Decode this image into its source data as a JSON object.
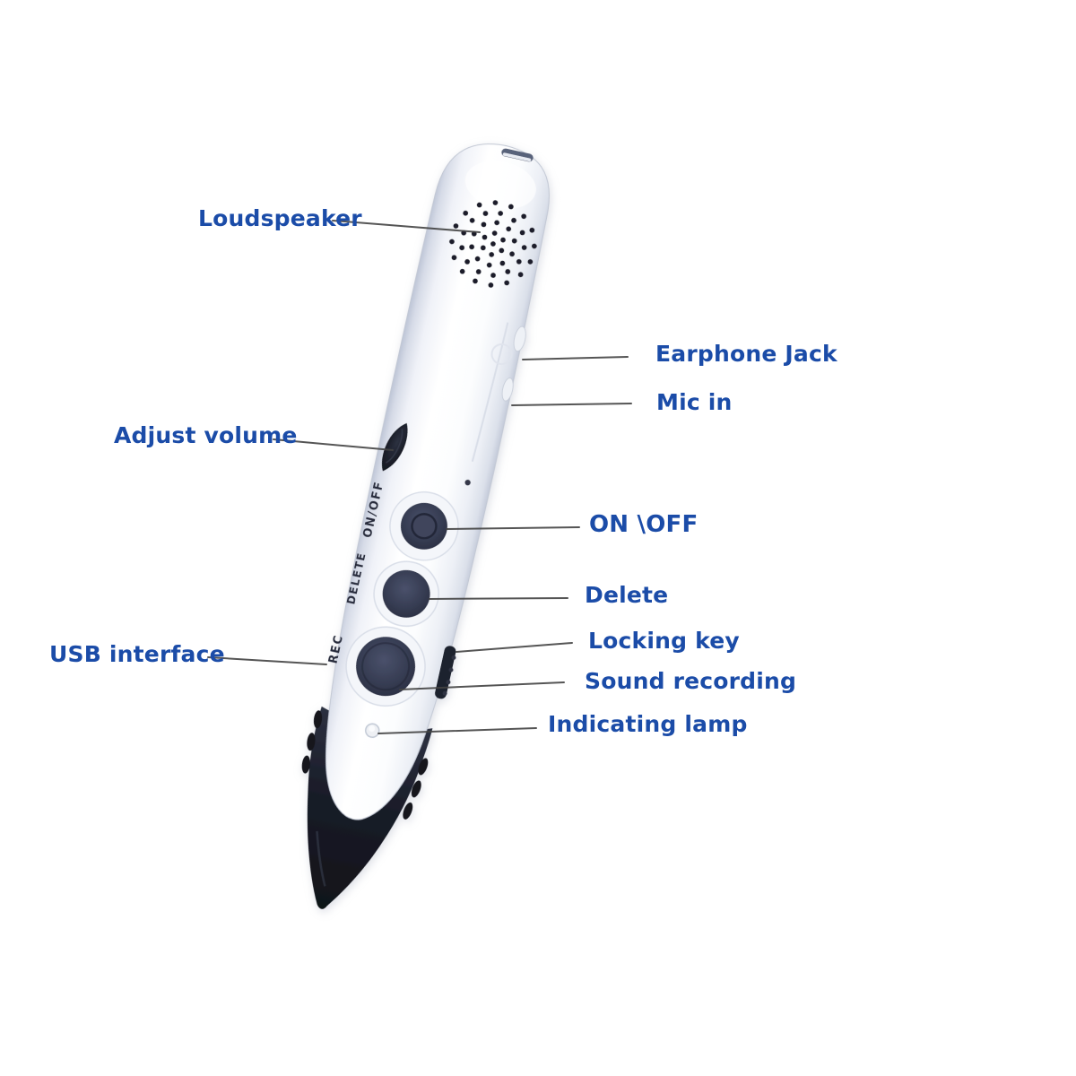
{
  "diagram": {
    "background_color": "#ffffff",
    "label_color": "#1b4ca8",
    "leader_line_color": "#434343",
    "callouts": {
      "loudspeaker": "Loudspeaker",
      "earphone_jack": "Earphone Jack",
      "mic_in": "Mic in",
      "adjust_volume": "Adjust volume",
      "on_off": "ON \\OFF",
      "delete": "Delete",
      "locking_key": "Locking key",
      "usb_interface": "USB interface",
      "sound_recording": "Sound recording",
      "indicating_lamp": "Indicating lamp"
    },
    "device": {
      "printed_labels": {
        "power_button": "ON/OFF",
        "delete_button": "DELETE",
        "record_button": "REC"
      },
      "body_color": "#ffffff",
      "tip_color": "#14161f",
      "button_color": "#363c52"
    }
  }
}
